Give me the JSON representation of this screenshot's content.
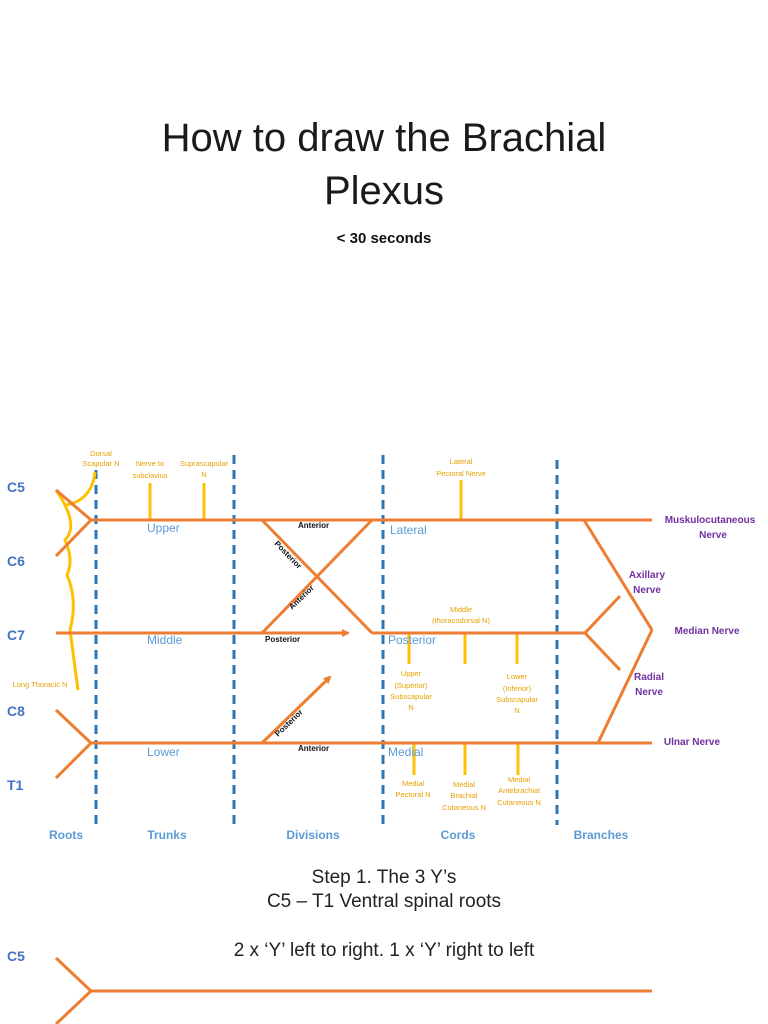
{
  "title_line1": "How to draw the Brachial",
  "title_line2": "Plexus",
  "subtitle": "< 30 seconds",
  "colors": {
    "nerve": "#ED7D31",
    "branch": "#FFC000",
    "divider": "#2E75B6",
    "root_label": "#2E75B6",
    "level_label": "#4472C4",
    "terminal": "#7030A0"
  },
  "roots": [
    "C5",
    "C6",
    "C7",
    "C8",
    "T1"
  ],
  "trunks": [
    "Upper",
    "Middle",
    "Lower"
  ],
  "cords": [
    "Lateral",
    "Posterior",
    "Medial"
  ],
  "divisions": {
    "anterior": "Anterior",
    "posterior": "Posterior"
  },
  "columns": [
    "Roots",
    "Trunks",
    "Divisions",
    "Cords",
    "Branches"
  ],
  "terminal_nerves": {
    "musculocutaneous": [
      "Muskulocutaneous",
      "Nerve"
    ],
    "axillary": [
      "Axillary",
      "Nerve"
    ],
    "median": "Median Nerve",
    "radial": [
      "Radial",
      "Nerve"
    ],
    "ulnar": "Ulnar Nerve"
  },
  "small_branches": {
    "dorsal_scapular": [
      "Dorsal",
      "Scapular N"
    ],
    "long_thoracic": "Long Thoracic N",
    "nerve_to_subclavius": [
      "Nerve to",
      "subclavius"
    ],
    "suprascapular": [
      "Suprascapular",
      "N"
    ],
    "lateral_pectoral": [
      "Lateral",
      "Pectoral Nerve"
    ],
    "middle_subscapular": [
      "Middle",
      "(thoracodorsal N)"
    ],
    "upper_subscapular": [
      "Upper",
      "(Superior)",
      "Subscapular",
      "N"
    ],
    "lower_subscapular": [
      "Lower",
      "(Inferior)",
      "Subscapular",
      "N"
    ],
    "medial_pectoral": [
      "Medial",
      "Pectoral N"
    ],
    "medial_brachial": [
      "Medial",
      "Brachial",
      "Cutaneous N"
    ],
    "medial_antebrachial": [
      "Medial",
      "Antebrachial",
      "Cutaneous N"
    ]
  },
  "step1": {
    "line1": "Step 1. The 3 Y’s",
    "line2": "C5 – T1 Ventral spinal roots",
    "line3": "2 x ‘Y’ left to right. 1 x ‘Y’ right to left",
    "root_label": "C5"
  }
}
